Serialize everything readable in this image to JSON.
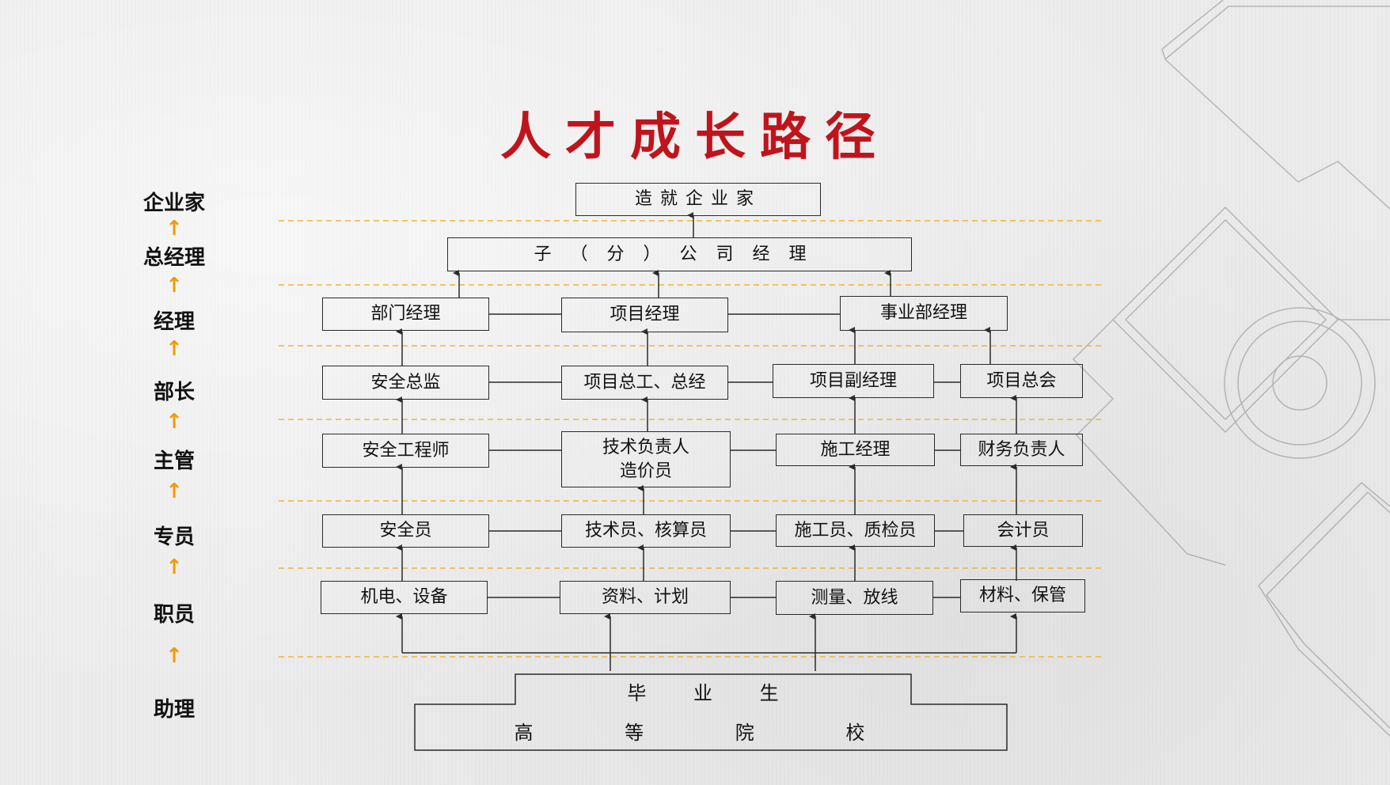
{
  "title": "人才成长路径",
  "levels": [
    "企业家",
    "总经理",
    "经理",
    "部长",
    "主管",
    "专员",
    "职员",
    "助理"
  ],
  "arrow_glyph": "↑",
  "colors": {
    "title": "#c0141c",
    "arrow": "#f29a00",
    "dashed": "#f0b43a",
    "line": "#2a2a2a"
  },
  "boxes": {
    "entrepreneur": "造就企业家",
    "subsidiary_manager": "子（分）公司经理",
    "dept_manager": "部门经理",
    "project_manager": "项目经理",
    "division_manager": "事业部经理",
    "safety_director": "安全总监",
    "chief_engineer": "项目总工、总经",
    "deputy_pm": "项目副经理",
    "chief_accountant": "项目总会",
    "safety_engineer": "安全工程师",
    "tech_lead_1": "技术负责人",
    "tech_lead_2": "造价员",
    "construction_manager": "施工经理",
    "finance_lead": "财务负责人",
    "safety_officer": "安全员",
    "technician": "技术员、核算员",
    "builder_inspector": "施工员、质检员",
    "accountant": "会计员",
    "mep": "机电、设备",
    "docs_plan": "资料、计划",
    "survey": "测量、放线",
    "materials": "材料、保管",
    "graduate": "毕 业 生",
    "colleges": "高 等 院 校"
  }
}
